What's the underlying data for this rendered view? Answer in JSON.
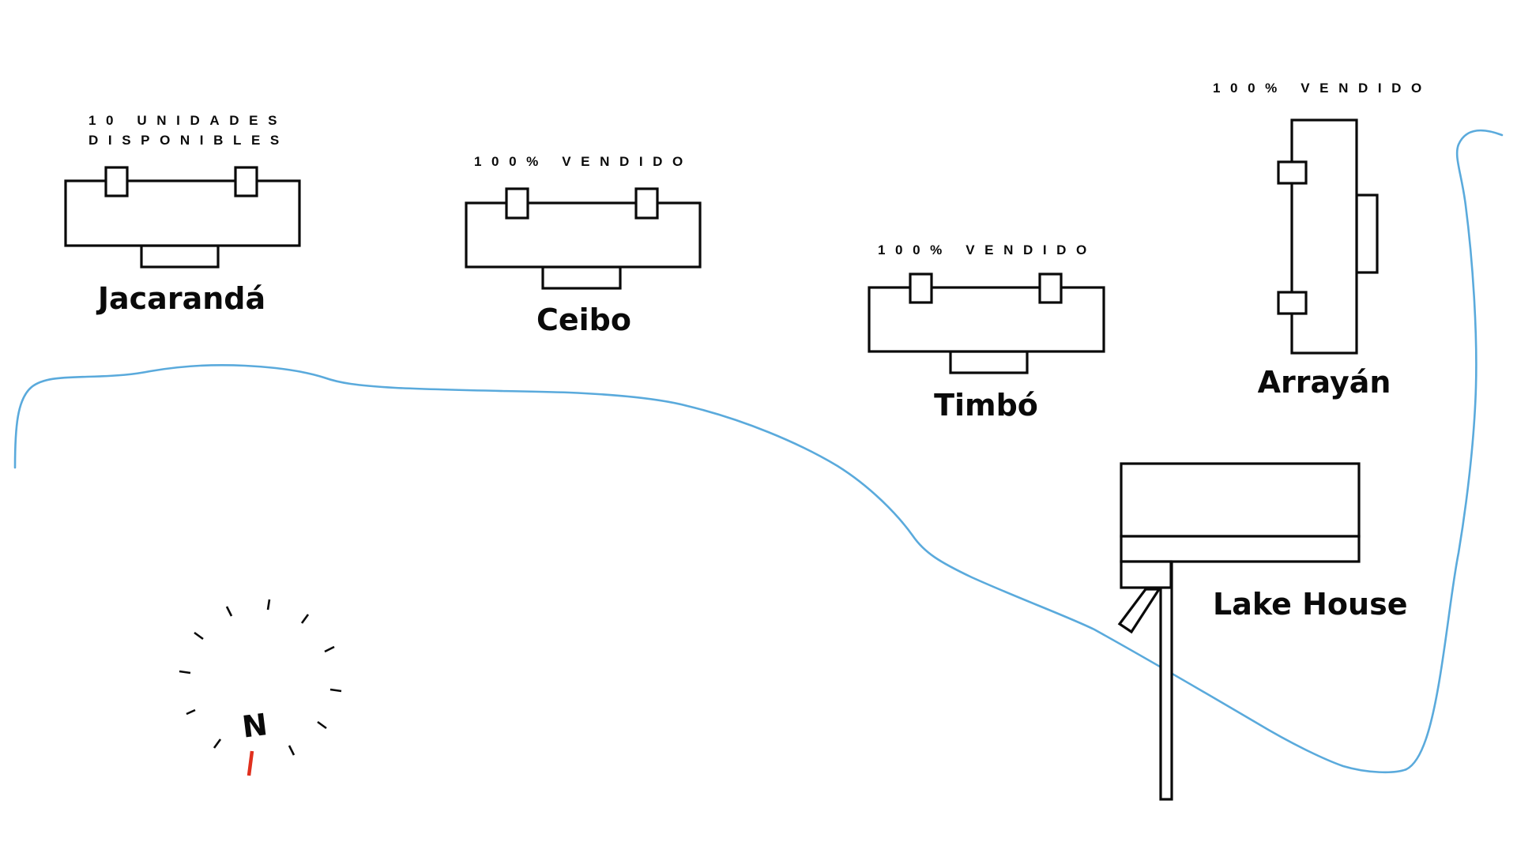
{
  "map": {
    "lake_color": "#5aaadc",
    "needle_color": "#e0301e",
    "ink_color": "#0a0a0a"
  },
  "buildings": [
    {
      "id": "jacaranda",
      "name": "Jacarandá",
      "status_lines": [
        "10 UNIDADES",
        "DISPONIBLES"
      ]
    },
    {
      "id": "ceibo",
      "name": "Ceibo",
      "status_lines": [
        "100% VENDIDO"
      ]
    },
    {
      "id": "timbo",
      "name": "Timbó",
      "status_lines": [
        "100% VENDIDO"
      ]
    },
    {
      "id": "arrayan",
      "name": "Arrayán",
      "status_lines": [
        "100% VENDIDO"
      ]
    },
    {
      "id": "lake-house",
      "name": "Lake House",
      "status_lines": []
    }
  ],
  "compass": {
    "label": "N"
  }
}
